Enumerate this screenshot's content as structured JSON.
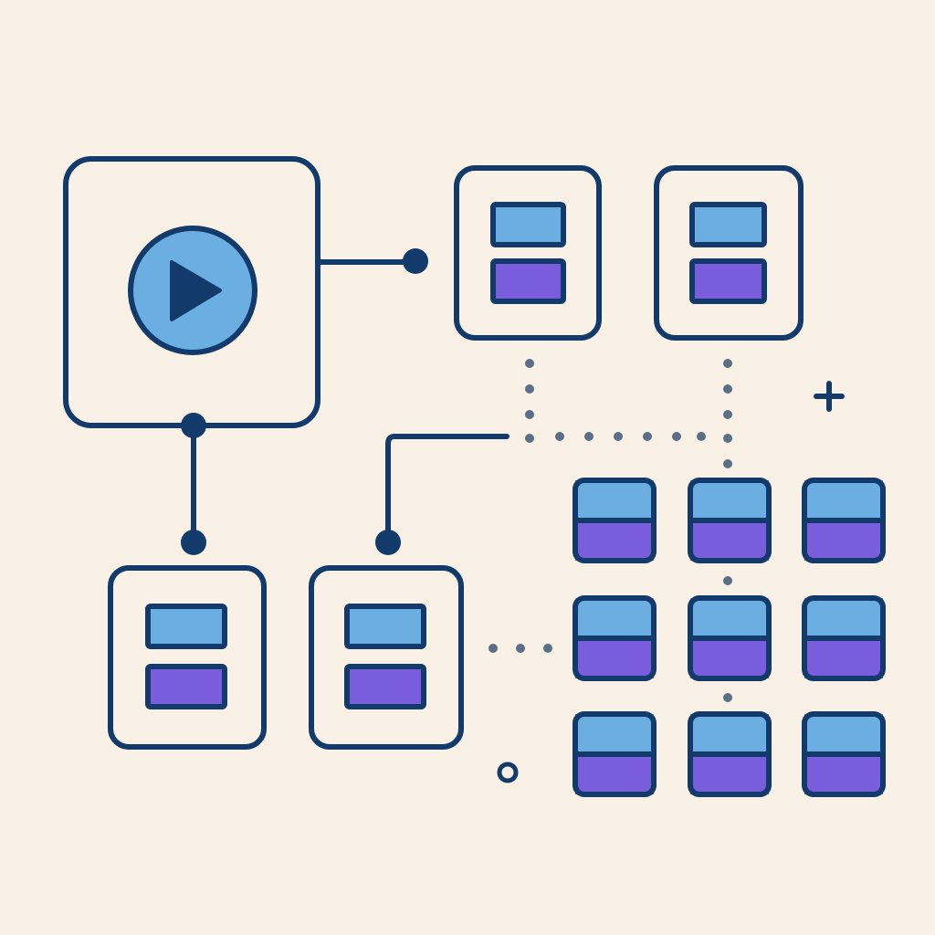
{
  "colors": {
    "background": "#faf1e6",
    "stroke": "#123a6b",
    "blue_block": "#6aaee2",
    "purple_block": "#7a5ddd",
    "dotted": "#5b6f86"
  },
  "nodes": {
    "start": {
      "icon": "play-icon"
    },
    "cards": [
      {
        "id": "card-top-1",
        "blocks": [
          "blue",
          "purple"
        ]
      },
      {
        "id": "card-top-2",
        "blocks": [
          "blue",
          "purple"
        ]
      },
      {
        "id": "card-bottom-1",
        "blocks": [
          "blue",
          "purple"
        ]
      },
      {
        "id": "card-bottom-2",
        "blocks": [
          "blue",
          "purple"
        ]
      }
    ],
    "grid": {
      "rows": 3,
      "cols": 3,
      "blocks": [
        "blue",
        "purple"
      ]
    }
  },
  "decorations": [
    "plus-icon",
    "ring-icon"
  ]
}
